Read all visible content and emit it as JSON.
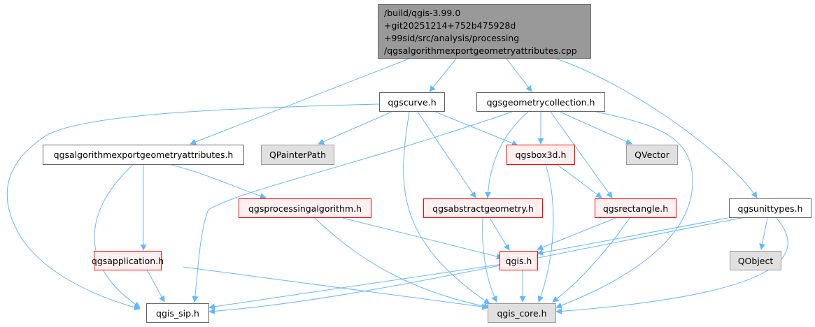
{
  "colors": {
    "edge": "#63b8ff",
    "root_fill": "#999999",
    "node_fill": "#ffffff",
    "node_border": "#666666",
    "incomplete_fill": "#fff0f0",
    "incomplete_border": "#ff0000",
    "external_fill": "#e0e0e0",
    "external_border": "#999999"
  },
  "root": {
    "lines": [
      "/build/qgis-3.99.0",
      "+git20251214+752b475928d",
      "+99sid/src/analysis/processing",
      "/qgsalgorithmexportgeometryattributes.cpp"
    ]
  },
  "nodes": {
    "qgscurve": "qgscurve.h",
    "qgsgeometrycollection": "qgsgeometrycollection.h",
    "qgsalgorithmexport": "qgsalgorithmexportgeometryattributes.h",
    "qpainterpath": "QPainterPath",
    "qgsbox3d": "qgsbox3d.h",
    "qvector": "QVector",
    "qgsprocessingalgorithm": "qgsprocessingalgorithm.h",
    "qgsabstractgeometry": "qgsabstractgeometry.h",
    "qgsrectangle": "qgsrectangle.h",
    "qgsunittypes": "qgsunittypes.h",
    "qgsapplication": "qgsapplication.h",
    "qgis": "qgis.h",
    "qobject": "QObject",
    "qgis_sip": "qgis_sip.h",
    "qgis_core": "qgis_core.h"
  }
}
